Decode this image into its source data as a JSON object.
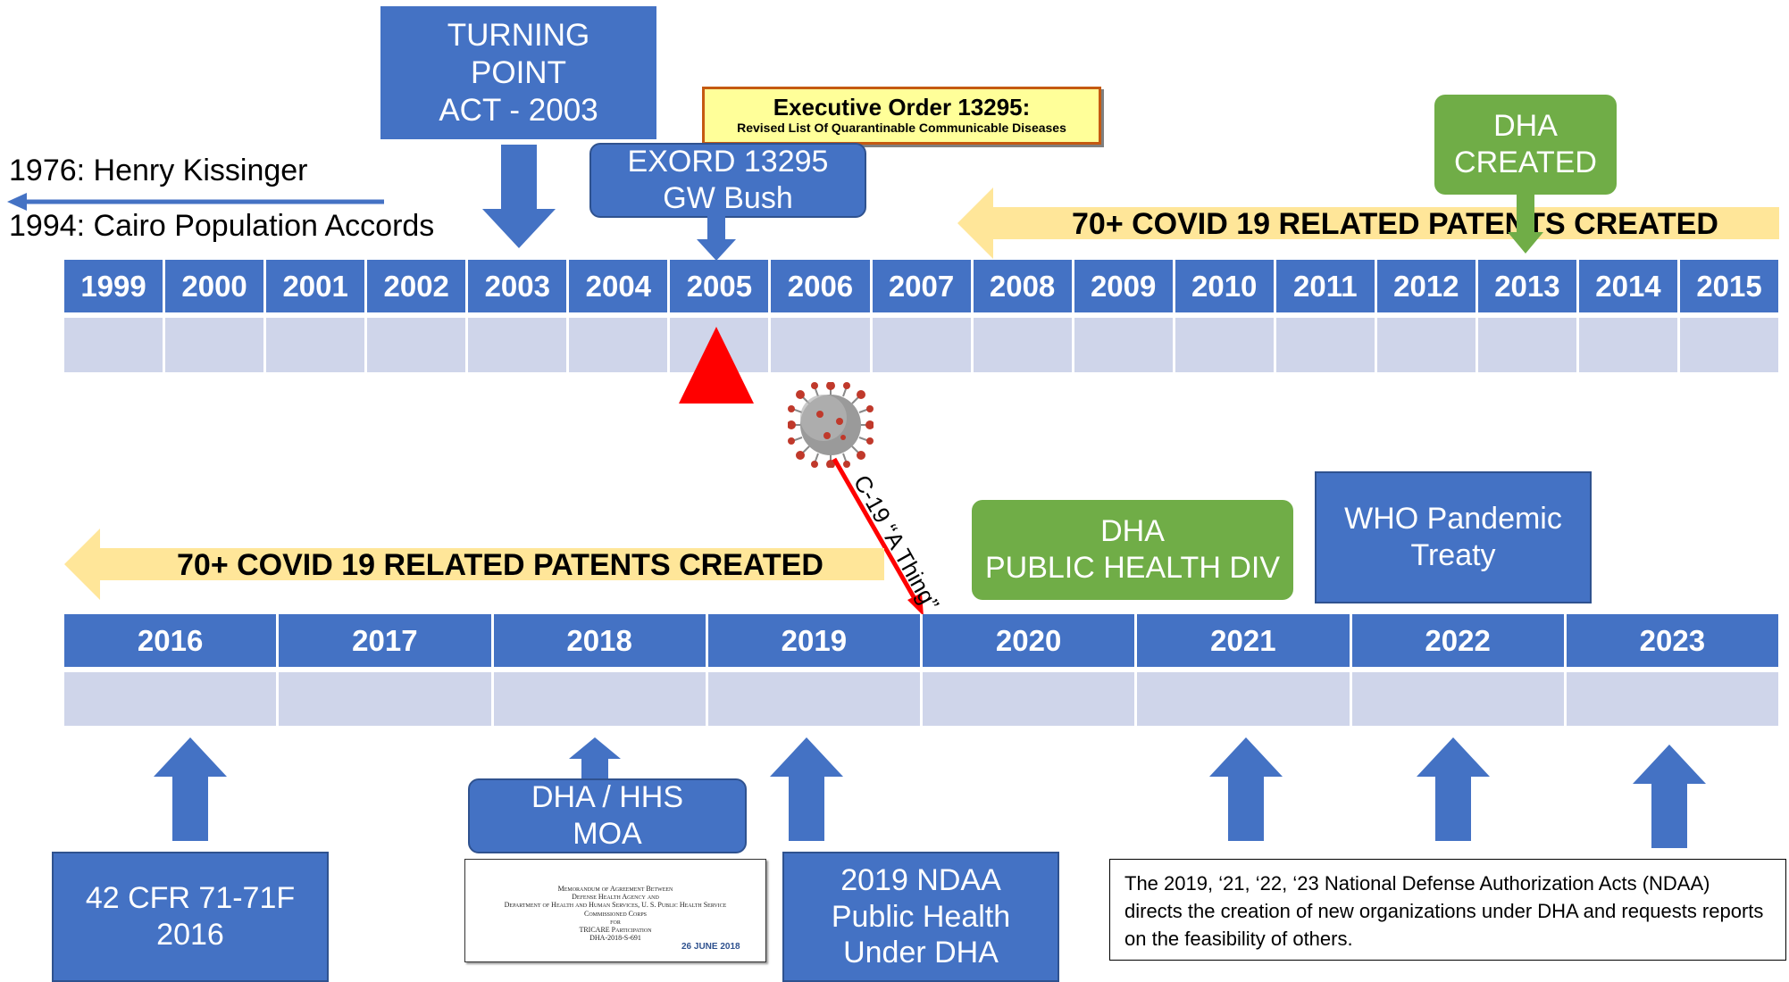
{
  "top_row": {
    "years": [
      "1999",
      "2000",
      "2001",
      "2002",
      "2003",
      "2004",
      "2005",
      "2006",
      "2007",
      "2008",
      "2009",
      "2010",
      "2011",
      "2012",
      "2013",
      "2014",
      "2015"
    ]
  },
  "bottom_row": {
    "years": [
      "2016",
      "2017",
      "2018",
      "2019",
      "2020",
      "2021",
      "2022",
      "2023"
    ]
  },
  "notes": {
    "kissinger": "1976: Henry Kissinger",
    "cairo": "1994: Cairo Population Accords"
  },
  "boxes": {
    "turning_point": [
      "TURNING",
      "POINT",
      "ACT - 2003"
    ],
    "exord": [
      "EXORD 13295",
      "GW Bush"
    ],
    "exec_order_title": "Executive Order 13295:",
    "exec_order_subtitle": "Revised List Of Quarantinable Communicable Diseases",
    "dha_created": [
      "DHA",
      "CREATED"
    ],
    "dha_public_health": [
      "DHA",
      "PUBLIC HEALTH DIV"
    ],
    "who_treaty": [
      "WHO Pandemic",
      "Treaty"
    ],
    "cfr": [
      "42 CFR 71-71F",
      "2016"
    ],
    "dha_hhs": [
      "DHA / HHS",
      "MOA"
    ],
    "ndaa_2019": [
      "2019 NDAA",
      "Public Health",
      "Under DHA"
    ],
    "ndaa_note": "The 2019, ‘21, ‘22, ‘23 National Defense Authorization Acts (NDAA) directs the creation of new organizations under DHA and requests reports on the feasibility of others."
  },
  "patents": {
    "top": "70+ COVID 19 RELATED PATENTS CREATED",
    "bottom": "70+ COVID 19 RELATED PATENTS CREATED"
  },
  "c19_label": "C-19 “A Thing”",
  "moa_document": {
    "lines": [
      "Memorandum of Agreement Between",
      "Defense Health Agency and",
      "Department of Health and Human Services, U. S. Public Health Service",
      "Commissioned Corps",
      "for",
      "TRICARE Participation",
      "DHA-2018-S-691"
    ],
    "date": "26 JUNE 2018"
  },
  "colors": {
    "blue": "#4472c4",
    "green": "#70ad47",
    "yellow": "#ffe699",
    "light_cell": "#cfd5ea",
    "red": "#ff0000"
  }
}
